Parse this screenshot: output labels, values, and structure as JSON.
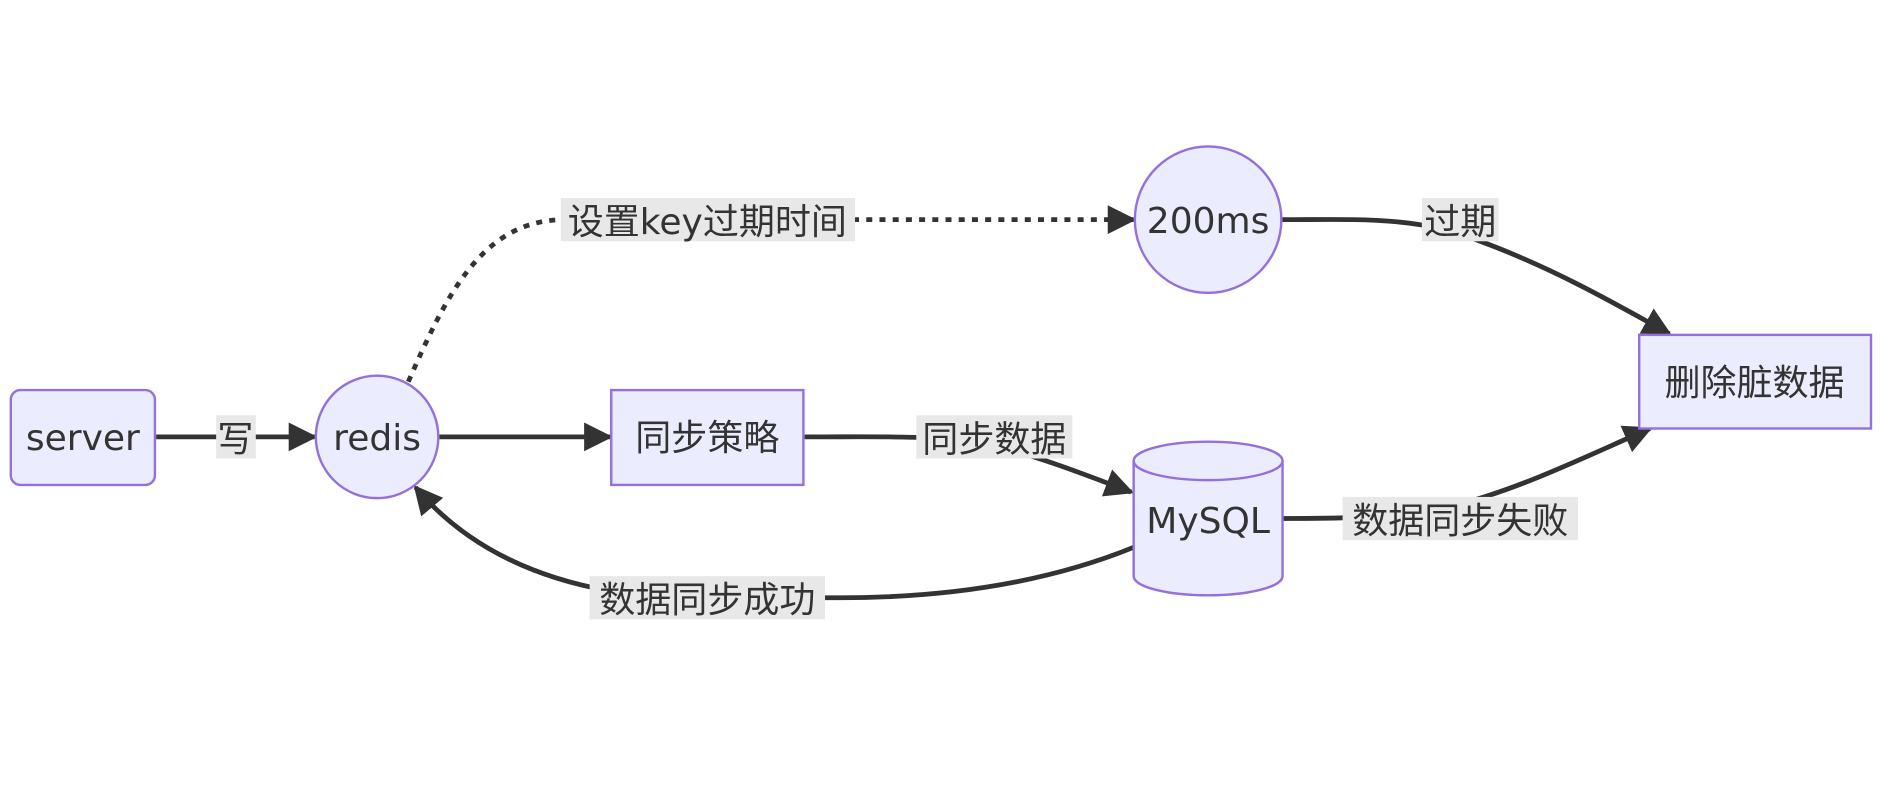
{
  "diagram": {
    "type": "flowchart",
    "direction": "LR",
    "colors": {
      "node_fill": "#ECECFF",
      "node_stroke": "#9370DB",
      "edge": "#333333",
      "edge_label_bg": "#E8E8E8",
      "text": "#333333"
    },
    "nodes": {
      "server": {
        "label": "server",
        "shape": "rounded-rect"
      },
      "redis": {
        "label": "redis",
        "shape": "circle"
      },
      "sync_strategy": {
        "label": "同步策略",
        "shape": "rect"
      },
      "ms200": {
        "label": "200ms",
        "shape": "circle"
      },
      "mysql": {
        "label": "MySQL",
        "shape": "cylinder"
      },
      "delete_dirty": {
        "label": "删除脏数据",
        "shape": "rect"
      }
    },
    "edges": {
      "server_redis": {
        "from": "server",
        "to": "redis",
        "label": "写",
        "style": "solid"
      },
      "redis_expire": {
        "from": "redis",
        "to": "200ms",
        "label": "设置key过期时间",
        "style": "dotted"
      },
      "redis_sync": {
        "from": "redis",
        "to": "同步策略",
        "label": "",
        "style": "solid"
      },
      "sync_mysql": {
        "from": "同步策略",
        "to": "MySQL",
        "label": "同步数据",
        "style": "solid"
      },
      "ms200_delete": {
        "from": "200ms",
        "to": "删除脏数据",
        "label": "过期",
        "style": "solid"
      },
      "mysql_delete": {
        "from": "MySQL",
        "to": "删除脏数据",
        "label": "数据同步失败",
        "style": "solid"
      },
      "mysql_redis": {
        "from": "MySQL",
        "to": "redis",
        "label": "数据同步成功",
        "style": "solid"
      }
    }
  }
}
